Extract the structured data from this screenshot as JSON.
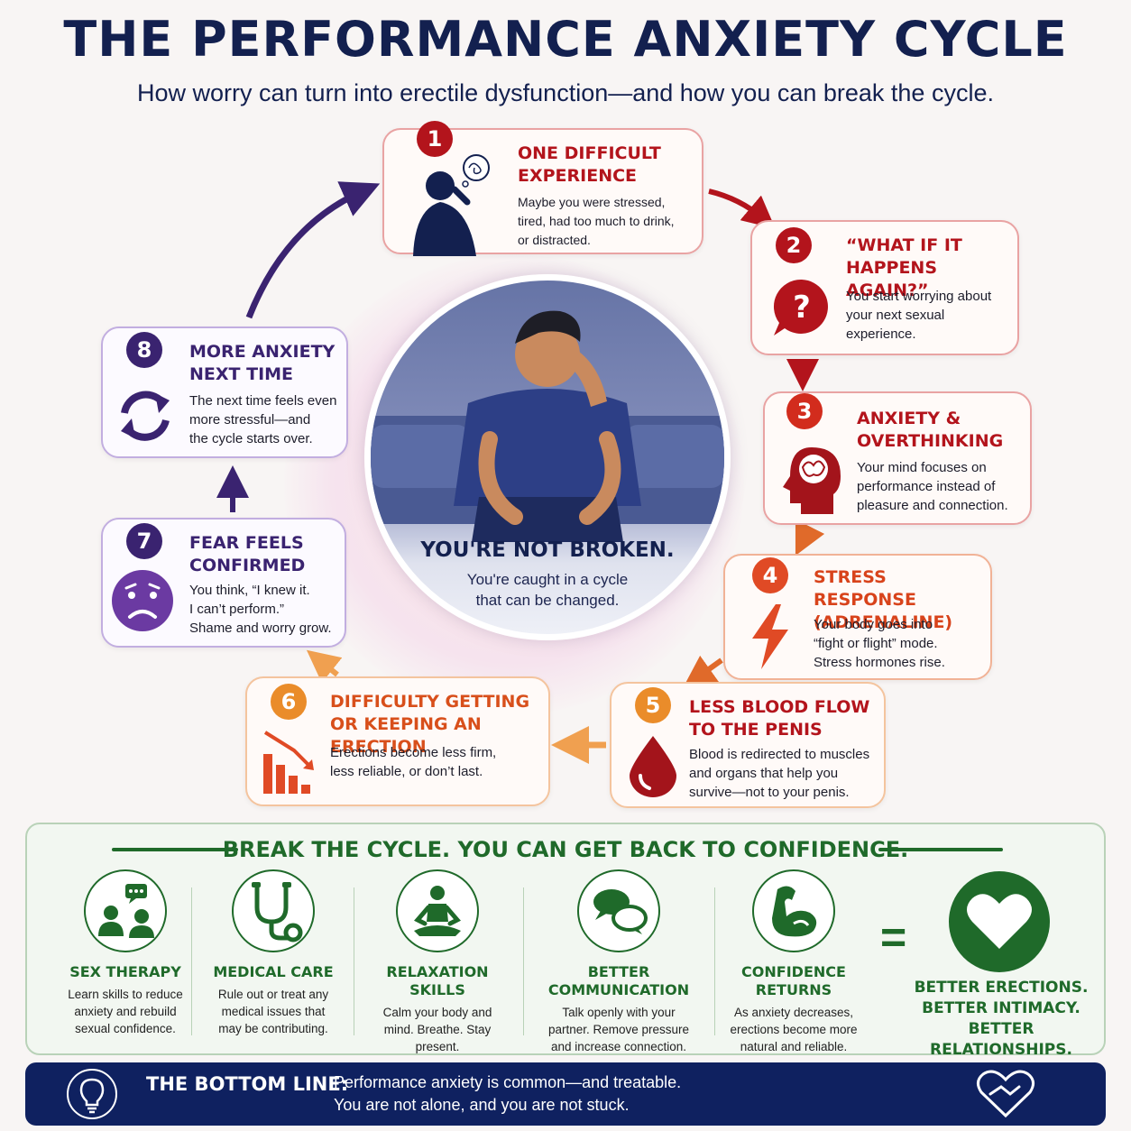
{
  "header": {
    "title": "THE PERFORMANCE ANXIETY CYCLE",
    "subtitle": "How worry can turn into erectile dysfunction—and how you can break the cycle."
  },
  "center": {
    "heading": "YOU'RE NOT BROKEN.",
    "body_line1": "You're caught in a cycle",
    "body_line2": "that can be changed."
  },
  "cycle": [
    {
      "number": "1",
      "title_line1": "ONE DIFFICULT",
      "title_line2": "EXPERIENCE",
      "body": [
        "Maybe you were stressed,",
        "tired, had too much to drink,",
        "or distracted."
      ],
      "icon": "stressed-person-icon"
    },
    {
      "number": "2",
      "title_line1": "“WHAT IF IT",
      "title_line2": "HAPPENS AGAIN?”",
      "body": [
        "You start worrying about",
        "your next sexual",
        "experience."
      ],
      "icon": "question-bubble-icon"
    },
    {
      "number": "3",
      "title_line1": "ANXIETY &",
      "title_line2": "OVERTHINKING",
      "body": [
        "Your mind focuses on",
        "performance instead of",
        "pleasure and connection."
      ],
      "icon": "brain-head-icon"
    },
    {
      "number": "4",
      "title_line1": "STRESS RESPONSE",
      "title_line2": "(ADRENALINE)",
      "body": [
        "Your body goes into",
        "“fight or flight” mode.",
        "Stress hormones rise."
      ],
      "icon": "lightning-icon"
    },
    {
      "number": "5",
      "title_line1": "LESS BLOOD FLOW",
      "title_line2": "TO THE PENIS",
      "body": [
        "Blood is redirected to muscles",
        "and organs that help you",
        "survive—not to your penis."
      ],
      "icon": "blood-drop-icon"
    },
    {
      "number": "6",
      "title_line1": "DIFFICULTY GETTING",
      "title_line2": "OR KEEPING AN ERECTION",
      "body": [
        "Erections become less firm,",
        "less reliable, or don’t last."
      ],
      "icon": "declining-chart-icon"
    },
    {
      "number": "7",
      "title_line1": "FEAR FEELS",
      "title_line2": "CONFIRMED",
      "body": [
        "You think, “I knew it.",
        "I can’t perform.”",
        "Shame and worry grow."
      ],
      "icon": "sad-face-icon"
    },
    {
      "number": "8",
      "title_line1": "MORE ANXIETY",
      "title_line2": "NEXT TIME",
      "body": [
        "The next time feels even",
        "more stressful—and",
        "the cycle starts over."
      ],
      "icon": "cycle-arrows-icon"
    }
  ],
  "break_cycle": {
    "title": "BREAK THE CYCLE. YOU CAN GET BACK TO CONFIDENCE.",
    "items": [
      {
        "title_line1": "SEX THERAPY",
        "title_line2": "",
        "body": [
          "Learn skills to reduce",
          "anxiety and rebuild",
          "sexual confidence."
        ],
        "icon": "therapy-session-icon"
      },
      {
        "title_line1": "MEDICAL CARE",
        "title_line2": "",
        "body": [
          "Rule out or treat any",
          "medical issues that",
          "may be contributing."
        ],
        "icon": "stethoscope-icon"
      },
      {
        "title_line1": "RELAXATION",
        "title_line2": "SKILLS",
        "body": [
          "Calm your body and",
          "mind. Breathe. Stay",
          "present."
        ],
        "icon": "meditation-icon"
      },
      {
        "title_line1": "BETTER",
        "title_line2": "COMMUNICATION",
        "body": [
          "Talk openly with your",
          "partner. Remove pressure",
          "and increase connection."
        ],
        "icon": "speech-bubbles-icon"
      },
      {
        "title_line1": "CONFIDENCE",
        "title_line2": "RETURNS",
        "body": [
          "As anxiety decreases,",
          "erections become more",
          "natural and reliable."
        ],
        "icon": "flexed-arm-icon"
      }
    ],
    "equals": "=",
    "result": [
      "BETTER ERECTIONS.",
      "BETTER INTIMACY.",
      "BETTER RELATIONSHIPS."
    ]
  },
  "bottom_line": {
    "label": "THE BOTTOM LINE:",
    "line1": "Performance anxiety is common—and treatable.",
    "line2": "You are not alone, and you are not stuck."
  },
  "colors": {
    "navy": "#13204f",
    "red": "#b3141c",
    "orange": "#e04a25",
    "amber": "#ea8c2a",
    "purple": "#3a2370",
    "green": "#1f6a2a"
  }
}
